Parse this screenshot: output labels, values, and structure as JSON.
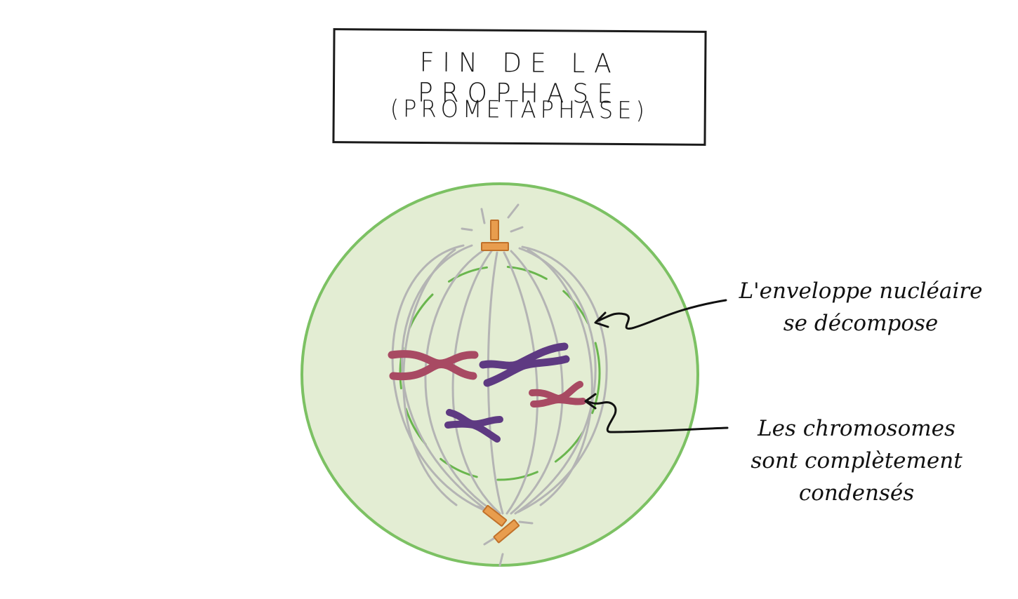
{
  "title": {
    "line1": "FIN DE LA PROPHASE",
    "line2": "(PROMETAPHASE)"
  },
  "labels": {
    "envelope": [
      "L'enveloppe nucléaire",
      "se décompose"
    ],
    "chromosomes": [
      "Les chromosomes",
      "sont complètement",
      "condensés"
    ]
  },
  "colors": {
    "cell_fill": "#e3edd3",
    "cell_stroke": "#7cc163",
    "nuclear_envelope": "#6ab64e",
    "spindle": "#b4b4b4",
    "centrosome_fill": "#e89d4e",
    "centrosome_stroke": "#c0712a",
    "chromosome_red": "#a84a63",
    "chromosome_purple": "#5e3a82",
    "ink": "#111111"
  }
}
